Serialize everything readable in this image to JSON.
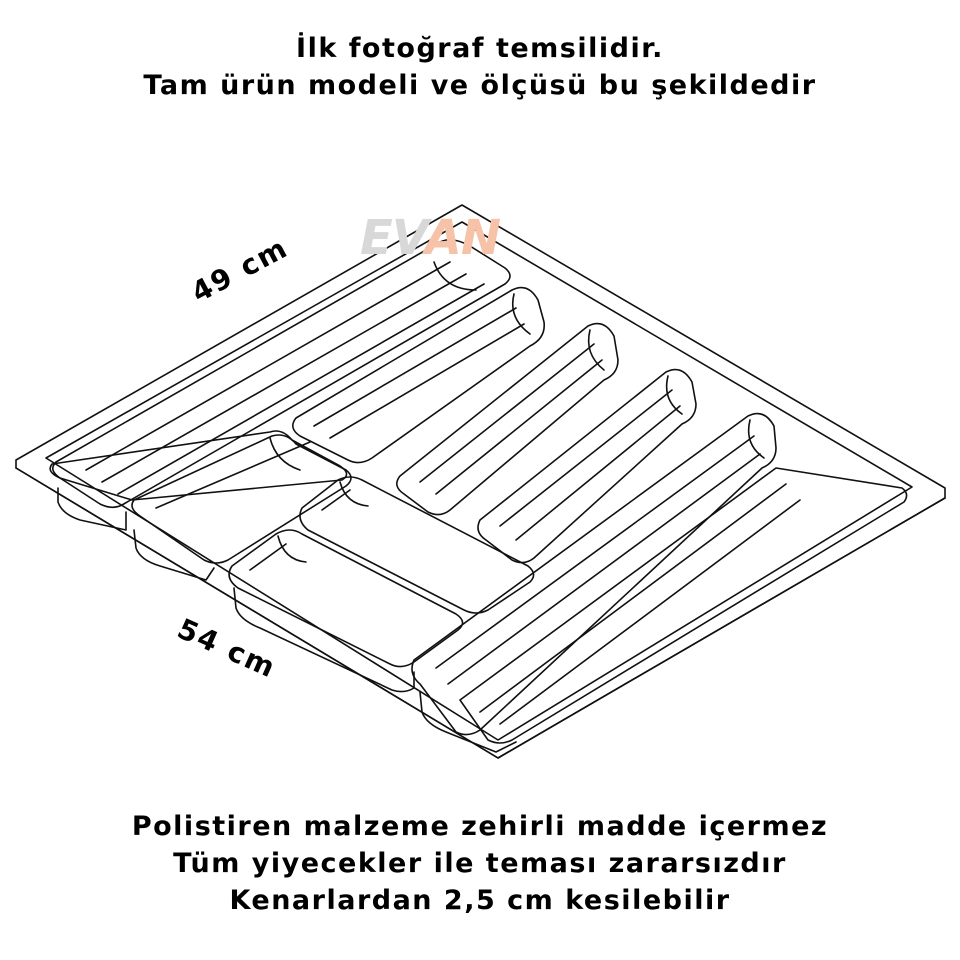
{
  "header": {
    "line1": "İlk fotoğraf temsilidir.",
    "line2": "Tam ürün modeli ve ölçüsü bu şekildedir"
  },
  "dimensions": {
    "width": "49 cm",
    "depth": "54 cm"
  },
  "watermark": {
    "part1": "EV",
    "part2": "AN"
  },
  "footer": {
    "line1": "Polistiren malzeme zehirli madde içermez",
    "line2": "Tüm yiyecekler ile teması zararsızdır",
    "line3": "Kenarlardan 2,5 cm kesilebilir"
  }
}
